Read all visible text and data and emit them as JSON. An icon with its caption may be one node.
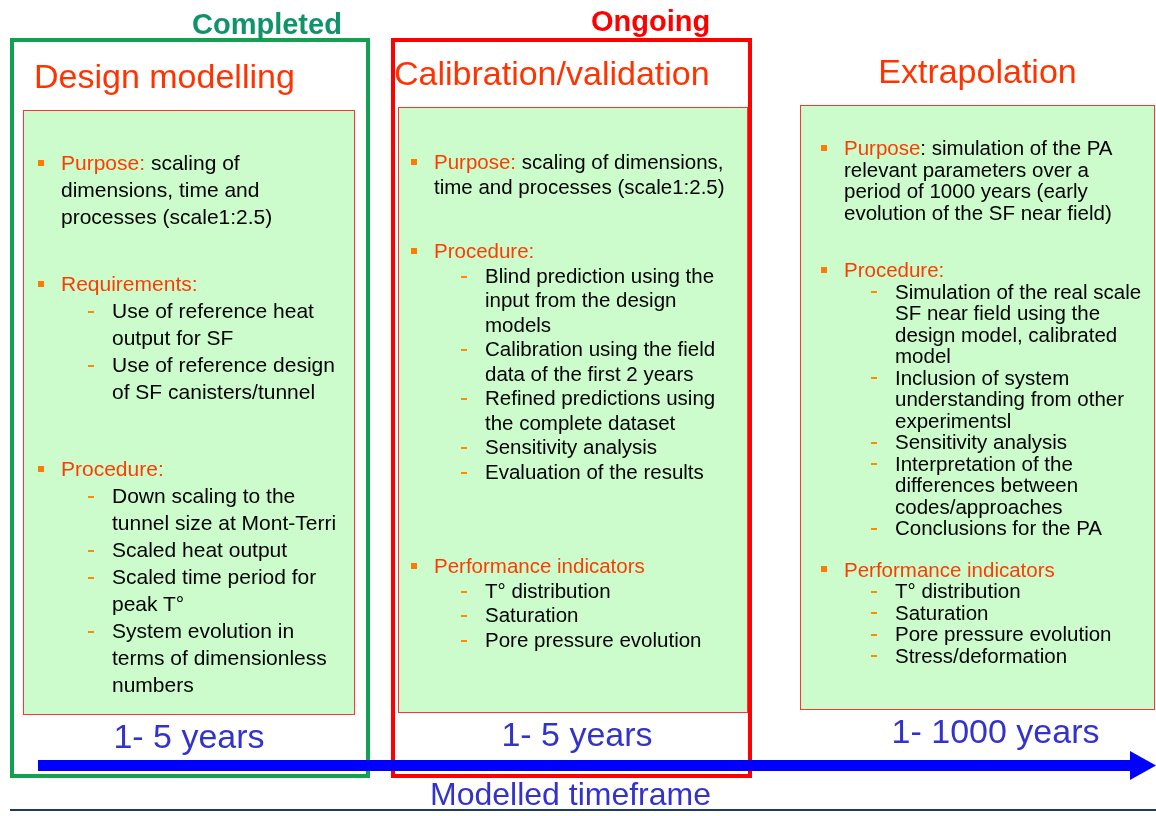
{
  "diagram": {
    "nodes": [
      {
        "text": [
          "Completed"
        ]
      },
      {
        "text": [
          "Design modelling",
          "Purpose:",
          "scaling of dimensions, time and processes (scale1:2.5)",
          "Requirements:",
          "Use of reference heat output for SF",
          "Use of reference design of SF canisters/tunnel",
          "Procedure:",
          "Down scaling to the tunnel size at Mont-Terri",
          "Scaled heat output",
          "Scaled time period for peak T°",
          "System evolution in terms of dimensionless numbers"
        ],
        "in": 0,
        "beside": [
          "1- 5 years"
        ]
      },
      {
        "text": [
          "Ongoing"
        ]
      },
      {
        "text": [
          "Calibration/validation",
          "Purpose:",
          "scaling of dimensions, time and processes (scale1:2.5)",
          "Procedure:",
          "Blind prediction using the input from the design models",
          "Calibration using the field data of the first 2 years",
          "Refined predictions using the complete dataset",
          "Sensitivity analysis",
          "Evaluation of the results",
          "Performance indicators",
          "T° distribution",
          "Saturation",
          "Pore pressure evolution"
        ],
        "in": 2,
        "beside": [
          "1- 5 years"
        ]
      },
      {
        "text": [
          "Extrapolation",
          "Purpose",
          ": simulation of the PA relevant parameters over a period of 1000 years (early evolution of the SF near field)",
          "Procedure:",
          "Simulation of the real scale SF near field using the design model, calibrated model",
          "Inclusion of system understanding from other experimentsl",
          "Sensitivity analysis",
          "Interpretation of the differences between codes/approaches",
          "Conclusions for the PA",
          "Performance indicators",
          "T° distribution",
          "Saturation",
          "Pore pressure evolution",
          "Stress/deformation"
        ],
        "beside": [
          "1- 1000 years"
        ]
      }
    ],
    "labels": [
      "Modelled timeframe"
    ]
  }
}
